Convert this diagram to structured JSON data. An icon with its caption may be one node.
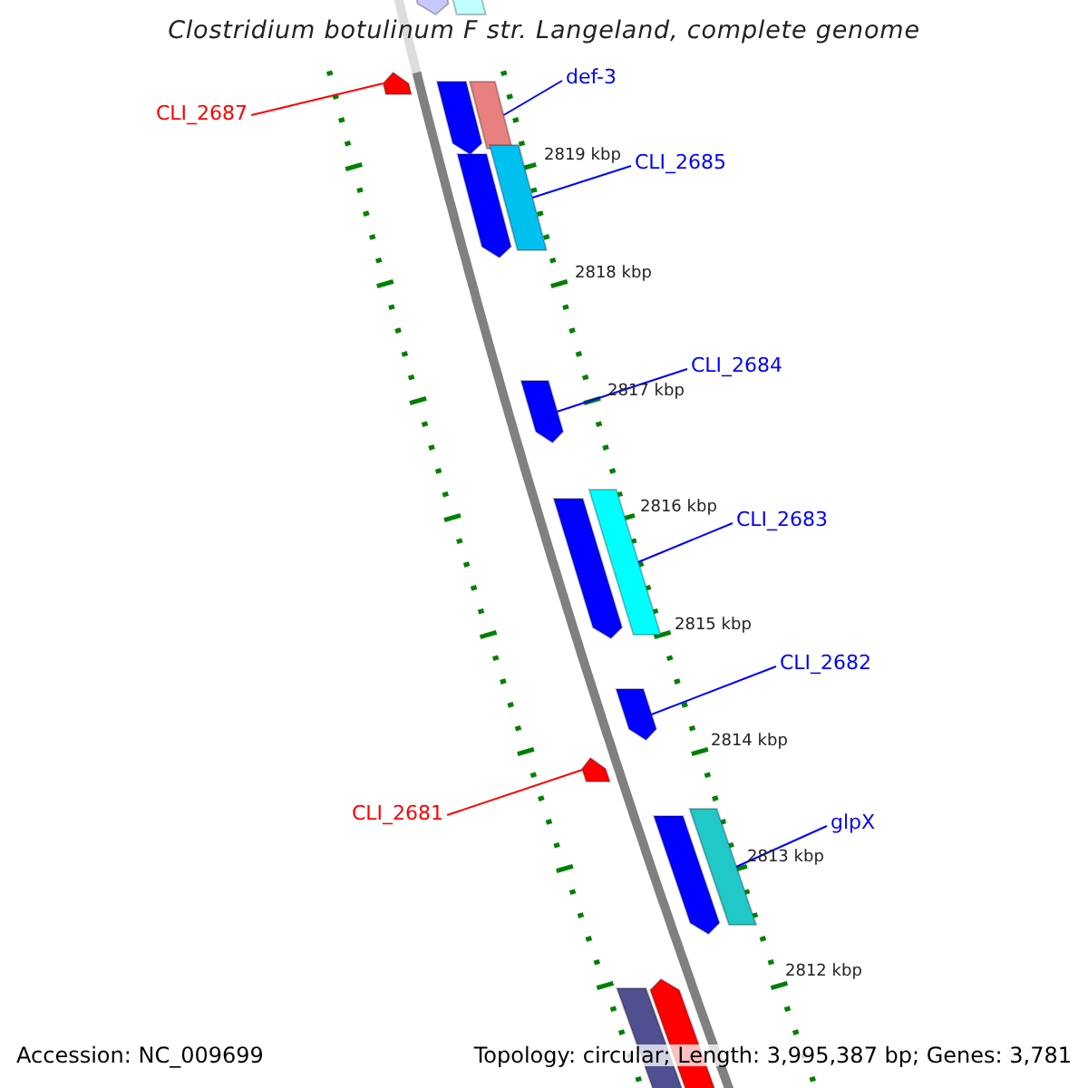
{
  "diagram": {
    "title": "Clostridium botulinum F str. Langeland, complete genome",
    "nodes": [
      {
        "text": [
          "CLI_2687"
        ]
      },
      {
        "text": [],
        "shape": "bar"
      },
      {
        "text": [
          "def-3"
        ]
      },
      {
        "text": [],
        "shape": "bar"
      },
      {
        "text": [
          "CLI_2685"
        ]
      },
      {
        "text": [],
        "shape": "bar"
      },
      {
        "text": [
          "CLI_2684"
        ]
      },
      {
        "text": [],
        "shape": "bar"
      },
      {
        "text": [
          "CLI_2683"
        ]
      },
      {
        "text": [],
        "shape": "bar"
      },
      {
        "text": [
          "CLI_2682"
        ]
      },
      {
        "text": [],
        "shape": "bar"
      },
      {
        "text": [
          "CLI_2681"
        ]
      },
      {
        "text": [],
        "shape": "bar"
      },
      {
        "text": [
          "glpX"
        ]
      },
      {
        "text": [],
        "shape": "bar"
      },
      {
        "text": [],
        "shape": "bar"
      },
      {
        "text": [],
        "shape": "bar"
      },
      {
        "text": [],
        "shape": "bar"
      },
      {
        "text": [],
        "shape": "bar"
      },
      {
        "text": [],
        "shape": "bar"
      },
      {
        "text": [],
        "shape": "bar"
      },
      {
        "text": [],
        "shape": "bar"
      },
      {
        "text": [],
        "shape": "bar"
      }
    ],
    "edges": [
      {
        "from": 0,
        "to": 1,
        "arrow": "none",
        "color": "#ff0000"
      },
      {
        "from": 2,
        "to": 3,
        "arrow": "none"
      },
      {
        "from": 4,
        "to": 5,
        "arrow": "none"
      },
      {
        "from": 6,
        "to": 7,
        "arrow": "none"
      },
      {
        "from": 8,
        "to": 9,
        "arrow": "none"
      },
      {
        "from": 10,
        "to": 11,
        "arrow": "none"
      },
      {
        "from": 12,
        "to": 13,
        "arrow": "none",
        "color": "#ff0000"
      },
      {
        "from": 14,
        "to": 15,
        "arrow": "none"
      }
    ],
    "labels": [
      "2819 kbp",
      "2818 kbp",
      "2817 kbp",
      "2816 kbp",
      "2815 kbp",
      "2814 kbp",
      "2813 kbp",
      "2812 kbp",
      "Accession: NC_009699",
      "Topology: circular; Length: 3,995,387 bp; Genes: 3,781"
    ]
  }
}
